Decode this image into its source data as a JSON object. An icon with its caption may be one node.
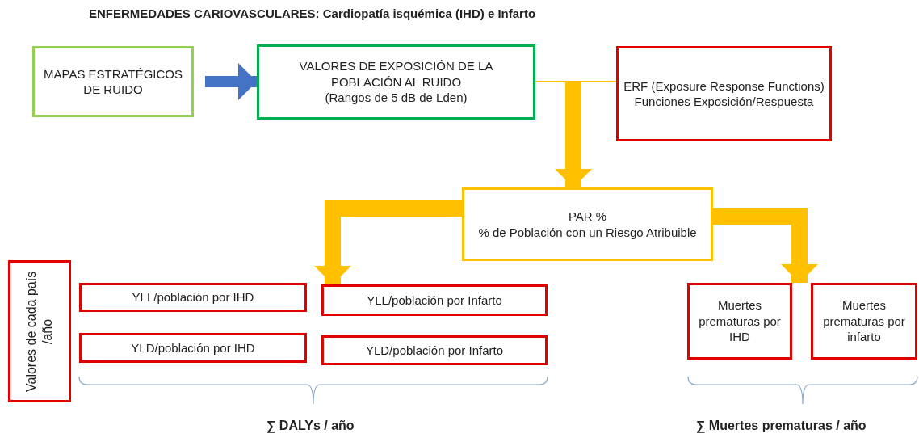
{
  "diagram": {
    "title": "ENFERMEDADES CARIOVASCULARES: Cardiopatía isquémica (IHD) e Infarto",
    "nodes": [
      {
        "text": [
          "MAPAS ESTRATÉGICOS DE RUIDO"
        ]
      },
      {
        "text": [
          "VALORES DE EXPOSICIÓN DE LA POBLACIÓN AL RUIDO",
          "(Rangos de 5 dB de Lden)"
        ]
      },
      {
        "text": [
          "ERF (Exposure Response Functions)",
          "Funciones Exposición/Respuesta"
        ]
      },
      {
        "text": [
          "PAR %",
          "% de Población con un Riesgo Atribuible"
        ]
      },
      {
        "text": [
          "Valores de cada país /año"
        ]
      },
      {
        "text": [
          "YLL/población por IHD"
        ]
      },
      {
        "text": [
          "YLL/población por Infarto"
        ]
      },
      {
        "text": [
          "YLD/población por IHD"
        ]
      },
      {
        "text": [
          "YLD/población por Infarto"
        ]
      },
      {
        "text": [
          "Muertes prematuras por IHD"
        ]
      },
      {
        "text": [
          "Muertes prematuras por infarto"
        ]
      }
    ],
    "edges": [
      {
        "from": 0,
        "to": 1,
        "arrow": "to",
        "color": "#4472c4"
      },
      {
        "from": 1,
        "to": 3,
        "arrow": "to"
      },
      {
        "from": 2,
        "to": 3,
        "arrow": "to"
      },
      {
        "from": 3,
        "to": 6,
        "arrow": "to"
      },
      {
        "from": 3,
        "to": 9,
        "arrow": "to"
      }
    ],
    "labels": [
      "∑ DALYs / año",
      "∑ Muertes prematuras / año"
    ]
  }
}
